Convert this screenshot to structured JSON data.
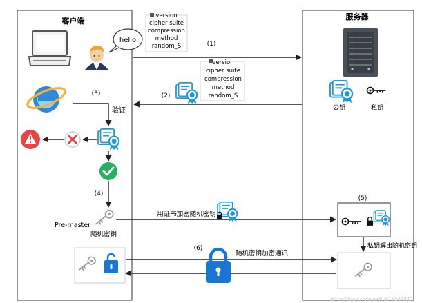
{
  "client": {
    "title": "客户端"
  },
  "server": {
    "title": "服务器",
    "public_key_label": "公钥",
    "private_key_label": "私钥"
  },
  "user_bubble": {
    "text": "hello"
  },
  "client_hello": {
    "fields": [
      "version",
      "cipher suite",
      "compression",
      "method",
      "random_S"
    ]
  },
  "server_hello": {
    "fields": [
      "version",
      "cipher suite",
      "compression",
      "method",
      "random_S"
    ]
  },
  "steps": {
    "s1": "(1)",
    "s2": "(2)",
    "s3": "(3)",
    "s4": "(4)",
    "s5": "(5)",
    "s6": "(6)"
  },
  "labels": {
    "verify": "验证",
    "premaster": "Pre-master",
    "random_key": "随机密钥",
    "encrypt_with_cert": "用证书加密随机密钥",
    "decrypt_with_private": "私钥解出随机密钥",
    "encrypted_comm": "随机密钥加密通讯"
  },
  "watermark": "https://blog.csdn.net/u014044812",
  "colors": {
    "arrow": "#222222",
    "cert_blue": "#1e9ad6",
    "success_green": "#27ae60",
    "error_red": "#e64545",
    "lock_blue": "#1976d2",
    "panel_border": "#333333"
  }
}
